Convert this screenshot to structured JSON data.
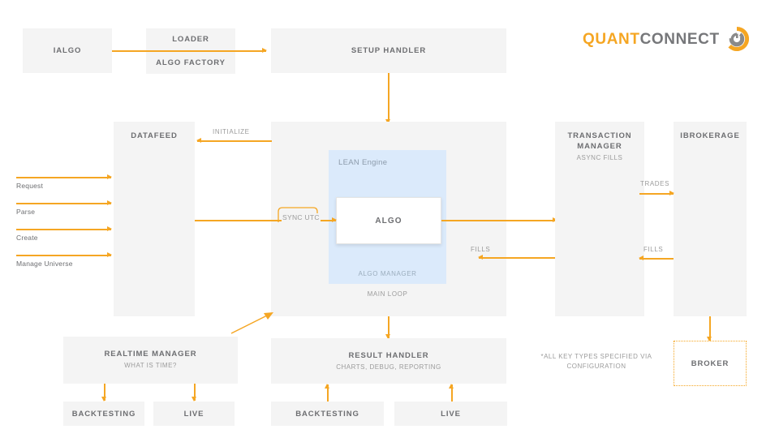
{
  "brand": {
    "logo_quant": "QUANT",
    "logo_connect": "CONNECT",
    "accent_color": "#f5a623",
    "text_color": "#6d6e71",
    "muted_color": "#9b9b9b",
    "box_fill": "#f4f4f4",
    "engine_fill": "#dbeafb"
  },
  "boxes": {
    "ialgo": {
      "title": "IALGO"
    },
    "loader": {
      "title": "LOADER"
    },
    "algo_factory": {
      "title": "ALGO FACTORY"
    },
    "setup_handler": {
      "title": "SETUP HANDLER"
    },
    "datafeed": {
      "title": "DATAFEED"
    },
    "transaction_manager": {
      "title": "TRANSACTION MANAGER",
      "subtitle": "ASYNC FILLS"
    },
    "ibrokerage": {
      "title": "IBROKERAGE"
    },
    "broker": {
      "title": "BROKER"
    },
    "realtime_manager": {
      "title": "REALTIME MANAGER",
      "subtitle": "WHAT IS TIME?"
    },
    "result_handler": {
      "title": "RESULT HANDLER",
      "subtitle": "CHARTS, DEBUG, REPORTING"
    },
    "realtime_backtesting": {
      "title": "BACKTESTING"
    },
    "realtime_live": {
      "title": "LIVE"
    },
    "result_backtesting": {
      "title": "BACKTESTING"
    },
    "result_live": {
      "title": "LIVE"
    },
    "algo_card": {
      "title": "ALGO"
    }
  },
  "engine": {
    "label": "LEAN Engine",
    "algo_manager": "ALGO MANAGER",
    "main_loop": "MAIN LOOP"
  },
  "edge_labels": {
    "initialize": "INITIALIZE",
    "sync_utc": "SYNC UTC",
    "trades": "TRADES",
    "fills_mid": "FILLS",
    "fills_right": "FILLS"
  },
  "side_inputs": [
    {
      "label": "Request"
    },
    {
      "label": "Parse"
    },
    {
      "label": "Create"
    },
    {
      "label": "Manage Universe"
    }
  ],
  "footnote": {
    "line1": "*ALL KEY TYPES SPECIFIED VIA",
    "line2": "CONFIGURATION"
  }
}
